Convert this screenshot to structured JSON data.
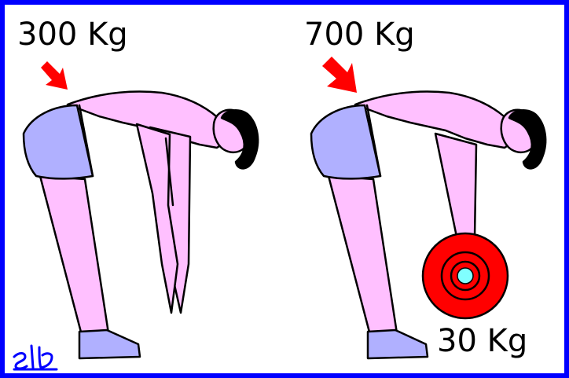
{
  "labels": {
    "left_load": "300 Kg",
    "right_load": "700 Kg",
    "plate_weight": "30 Kg"
  },
  "signature_text": "slb",
  "colors": {
    "border": "#0000ff",
    "skin": "#ffc0ff",
    "shorts": "#b0b0ff",
    "shoes": "#b0b0ff",
    "hair": "#000000",
    "arrow": "#ff0000",
    "plate": "#ff0000",
    "plate_center": "#80ffff",
    "signature": "#0000ff"
  },
  "icons": {
    "left_arrow": "down-right-arrow",
    "right_arrow": "down-right-arrow",
    "plate": "weight-plate"
  }
}
